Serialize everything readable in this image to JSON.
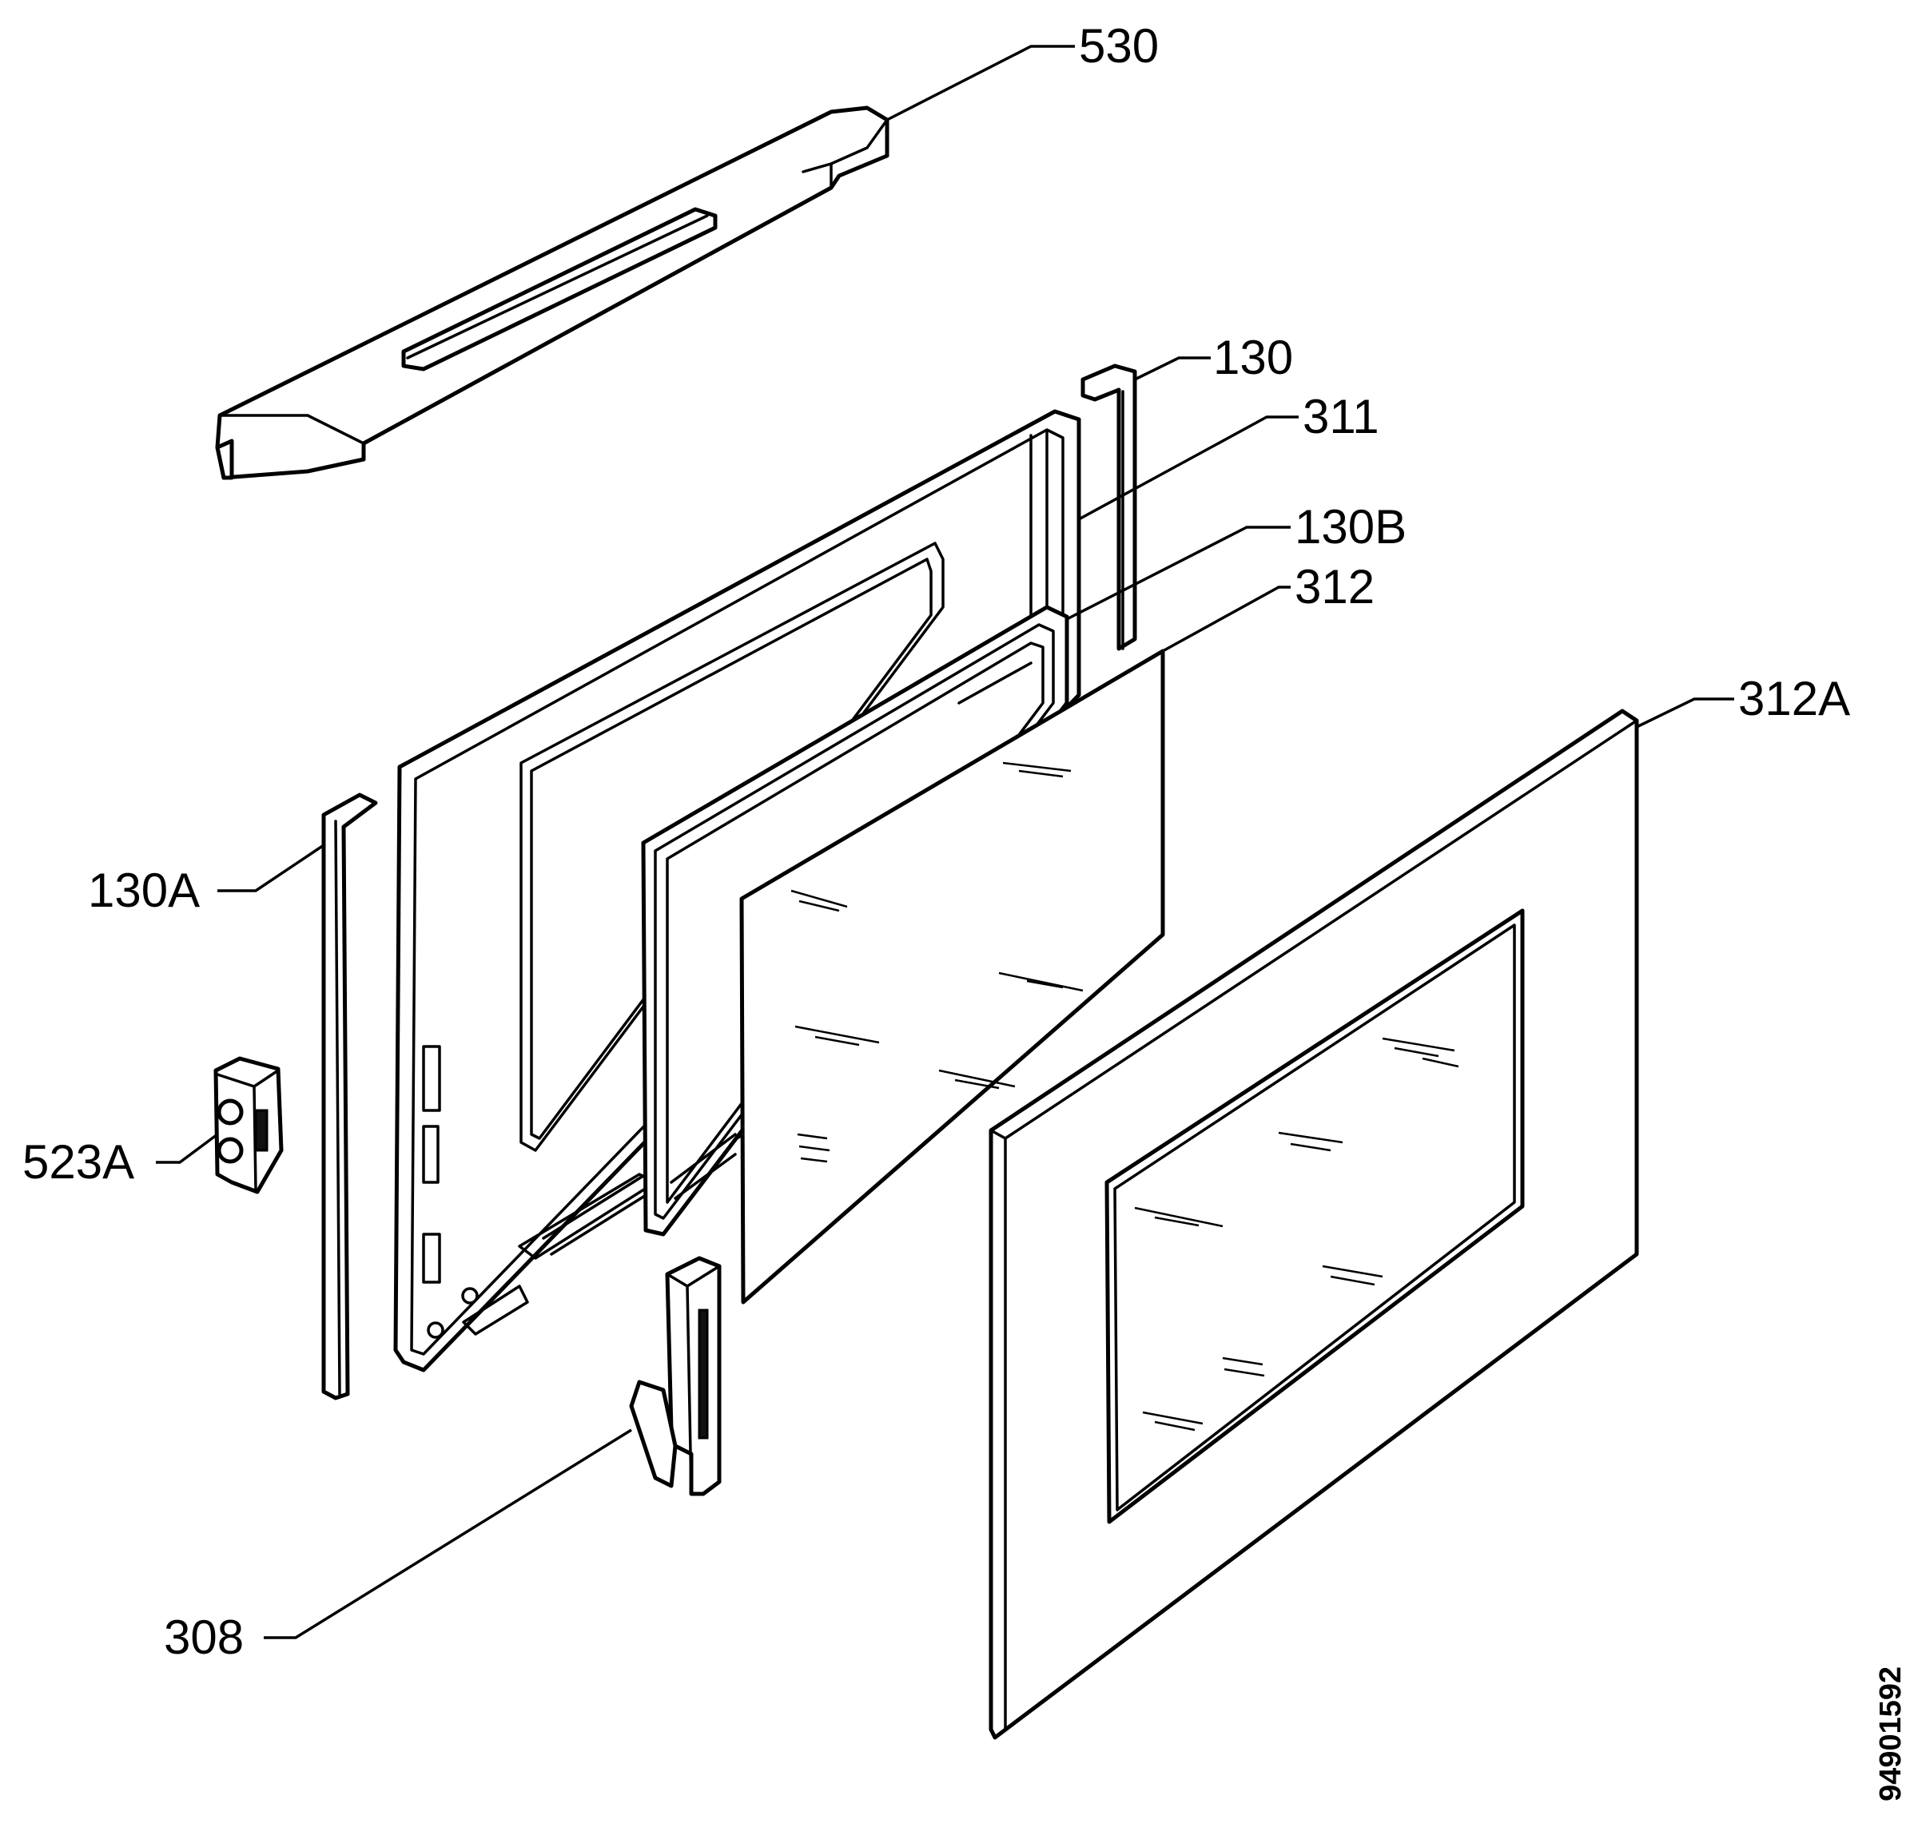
{
  "labels": {
    "p530": "530",
    "p130": "130",
    "p311": "311",
    "p130B": "130B",
    "p312": "312",
    "p312A": "312A",
    "p130A": "130A",
    "p523A": "523A",
    "p308": "308"
  },
  "document_id": "94901592",
  "colors": {
    "line": "#000000",
    "background": "#ffffff"
  }
}
